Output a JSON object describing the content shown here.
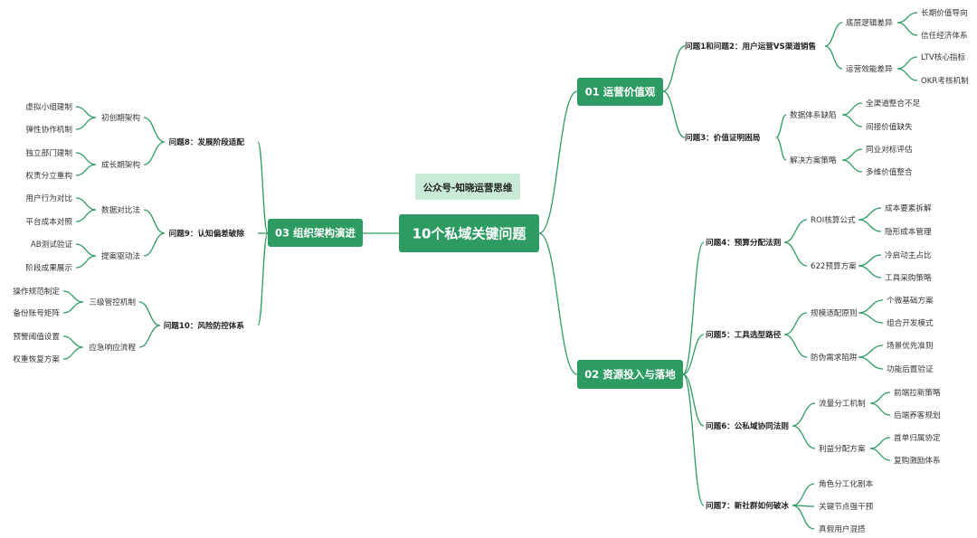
{
  "colors": {
    "branch": "#2e9b62",
    "badge": "#c8ead7"
  },
  "root": {
    "label": "10个私域关键问题"
  },
  "badge": {
    "label": "公众号-知晓运营思维"
  },
  "branches": [
    {
      "label": "01 运营价值观",
      "problems": [
        {
          "label": "问题1和问题2：用户运营VS渠道销售",
          "subs": [
            {
              "label": "底层逻辑差异",
              "leaves": [
                "长期价值导向",
                "信任经济体系"
              ]
            },
            {
              "label": "运营效能差异",
              "leaves": [
                "LTV核心指标",
                "OKR考核机制"
              ]
            }
          ]
        },
        {
          "label": "问题3：价值证明困局",
          "subs": [
            {
              "label": "数据体系缺陷",
              "leaves": [
                "全渠道整合不足",
                "间接价值缺失"
              ]
            },
            {
              "label": "解决方案策略",
              "leaves": [
                "同业对标评估",
                "多维价值整合"
              ]
            }
          ]
        }
      ]
    },
    {
      "label": "02 资源投入与落地",
      "problems": [
        {
          "label": "问题4：预算分配法则",
          "subs": [
            {
              "label": "ROI核算公式",
              "leaves": [
                "成本要素拆解",
                "隐形成本管理"
              ]
            },
            {
              "label": "622预算方案",
              "leaves": [
                "冷启动主占比",
                "工具采购策略"
              ]
            }
          ]
        },
        {
          "label": "问题5：工具选型路径",
          "subs": [
            {
              "label": "规模适配原则",
              "leaves": [
                "个微基础方案",
                "组合开发模式"
              ]
            },
            {
              "label": "防伪需求陷阱",
              "leaves": [
                "场景优先准则",
                "功能后置验证"
              ]
            }
          ]
        },
        {
          "label": "问题6：公私域协同法则",
          "subs": [
            {
              "label": "流量分工机制",
              "leaves": [
                "前端拉新策略",
                "后端养客规划"
              ]
            },
            {
              "label": "利益分配方案",
              "leaves": [
                "首单归属协定",
                "复购激励体系"
              ]
            }
          ]
        },
        {
          "label": "问题7：新社群如何破冰",
          "leaves": [
            "角色分工化剧本",
            "关键节点强干预",
            "真假用户混搭"
          ]
        }
      ]
    },
    {
      "label": "03 组织架构演进",
      "problems": [
        {
          "label": "问题8：发展阶段适配",
          "subs": [
            {
              "label": "初创期架构",
              "leaves": [
                "虚拟小组建制",
                "弹性协作机制"
              ]
            },
            {
              "label": "成长期架构",
              "leaves": [
                "独立部门建制",
                "权责分立重构"
              ]
            }
          ]
        },
        {
          "label": "问题9：认知偏差破除",
          "subs": [
            {
              "label": "数据对比法",
              "leaves": [
                "用户行为对比",
                "平台成本对照"
              ]
            },
            {
              "label": "提案驱动法",
              "leaves": [
                "AB测试验证",
                "阶段成果展示"
              ]
            }
          ]
        },
        {
          "label": "问题10：风险防控体系",
          "subs": [
            {
              "label": "三级管控机制",
              "leaves": [
                "操作规范制定",
                "备份账号矩阵"
              ]
            },
            {
              "label": "应急响应流程",
              "leaves": [
                "预警阈值设置",
                "权重恢复方案"
              ]
            }
          ]
        }
      ]
    }
  ]
}
